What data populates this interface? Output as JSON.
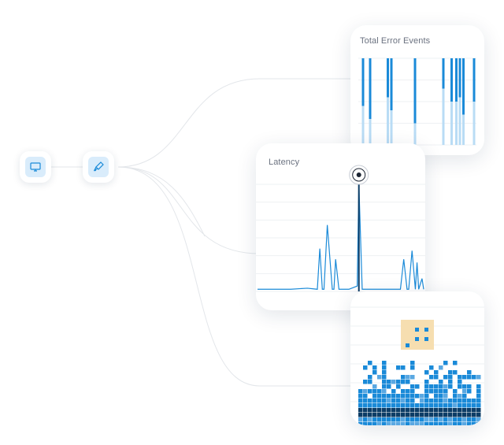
{
  "nodes": [
    {
      "icon": "monitor-icon"
    },
    {
      "icon": "brush-icon"
    }
  ],
  "cards": {
    "errors": {
      "title": "Total Error Events"
    },
    "latency": {
      "title": "Latency"
    },
    "heatmap": {
      "title": ""
    }
  },
  "colors": {
    "accent": "#1a8ad8",
    "accent_light": "#b9dcf5",
    "dark_bar": "#0d3d66",
    "highlight": "#f6deb0",
    "line": "#1a8ad8",
    "marker": "#1c2533"
  },
  "chart_data": [
    {
      "type": "bar",
      "title": "Total Error Events",
      "x": [
        0.04,
        0.1,
        0.25,
        0.28,
        0.48,
        0.72,
        0.79,
        0.83,
        0.86,
        0.89,
        0.98
      ],
      "series": [
        {
          "values": [
            0.55,
            0.7,
            0.45,
            0.6,
            0.75,
            0.35,
            0.5,
            0.5,
            0.45,
            0.65,
            0.5
          ]
        },
        {
          "values": [
            0.45,
            0.3,
            0.55,
            0.4,
            0.25,
            0.65,
            0.5,
            0.5,
            0.55,
            0.35,
            0.5
          ]
        }
      ],
      "grid": true
    },
    {
      "type": "line",
      "title": "Latency",
      "x": [
        0.0,
        0.1,
        0.2,
        0.3,
        0.36,
        0.375,
        0.39,
        0.4,
        0.42,
        0.45,
        0.46,
        0.47,
        0.49,
        0.5,
        0.51,
        0.53,
        0.55,
        0.6,
        0.61,
        0.63,
        0.65,
        0.66,
        0.68,
        0.7,
        0.75,
        0.8,
        0.82,
        0.84,
        0.86,
        0.88,
        0.9,
        0.91,
        0.93,
        0.95,
        0.96,
        0.97,
        0.99,
        1.0
      ],
      "y": [
        0.02,
        0.02,
        0.02,
        0.03,
        0.02,
        0.4,
        0.02,
        0.02,
        0.62,
        0.02,
        0.02,
        0.3,
        0.02,
        0.02,
        0.02,
        0.02,
        0.02,
        0.05,
        1.0,
        0.02,
        0.02,
        0.02,
        0.02,
        0.02,
        0.02,
        0.02,
        0.02,
        0.02,
        0.02,
        0.3,
        0.02,
        0.02,
        0.38,
        0.02,
        0.27,
        0.02,
        0.12,
        0.02
      ],
      "highlight_index": 18,
      "grid": true
    },
    {
      "type": "heatmap",
      "title": "",
      "grid": true
    }
  ]
}
